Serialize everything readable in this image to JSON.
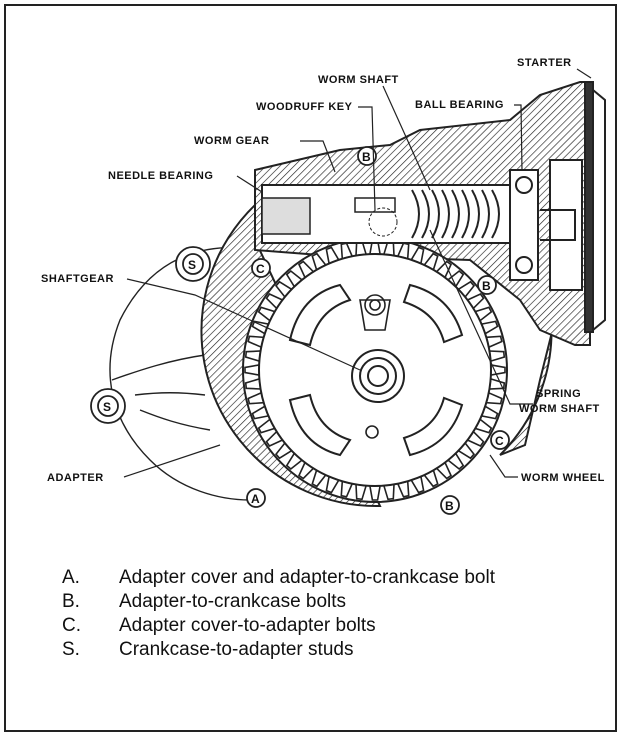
{
  "labels": {
    "starter": "STARTER",
    "worm_shaft": "WORM SHAFT",
    "woodruff_key": "WOODRUFF KEY",
    "ball_bearing": "BALL BEARING",
    "worm_gear": "WORM GEAR",
    "needle_bearing": "NEEDLE BEARING",
    "shaftgear": "SHAFTGEAR",
    "spring": "SPRING",
    "spring_worm_shaft": "WORM SHAFT",
    "adapter": "ADAPTER",
    "worm_wheel": "WORM WHEEL"
  },
  "markers": {
    "A": "A",
    "B": "B",
    "C": "C",
    "S": "S"
  },
  "legend": [
    {
      "key": "A.",
      "text": "Adapter cover and adapter-to-crankcase bolt"
    },
    {
      "key": "B.",
      "text": "Adapter-to-crankcase bolts"
    },
    {
      "key": "C.",
      "text": "Adapter cover-to-adapter bolts"
    },
    {
      "key": "S.",
      "text": "Crankcase-to-adapter studs"
    }
  ]
}
